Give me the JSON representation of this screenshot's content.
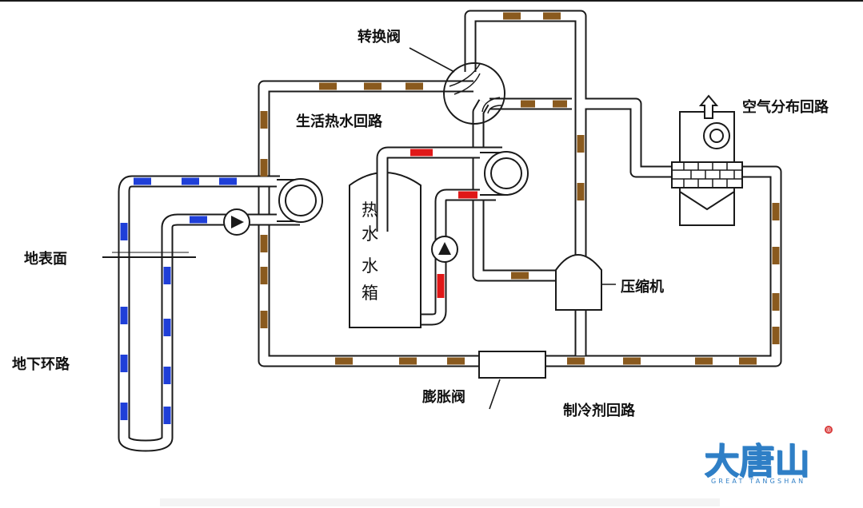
{
  "labels": {
    "switch_valve": "转换阀",
    "air_loop": "空气分布回路",
    "hot_water_loop": "生活热水回路",
    "tank_chars": [
      "热",
      "水",
      "水",
      "箱"
    ],
    "ground_surface": "地表面",
    "underground_loop": "地下环路",
    "compressor": "压缩机",
    "expansion_valve": "膨胀阀",
    "refrigerant_loop": "制冷剂回路"
  },
  "logo": {
    "text": "大唐山",
    "subtext": "GREAT TANGSHAN",
    "registered": "®"
  },
  "colors": {
    "pipe_outline": "#1a1a1a",
    "refrigerant_flow": "#8a5a1e",
    "ground_flow": "#1f3fd8",
    "hot_water_flow": "#e01818",
    "logo": "#2f7fc6"
  }
}
